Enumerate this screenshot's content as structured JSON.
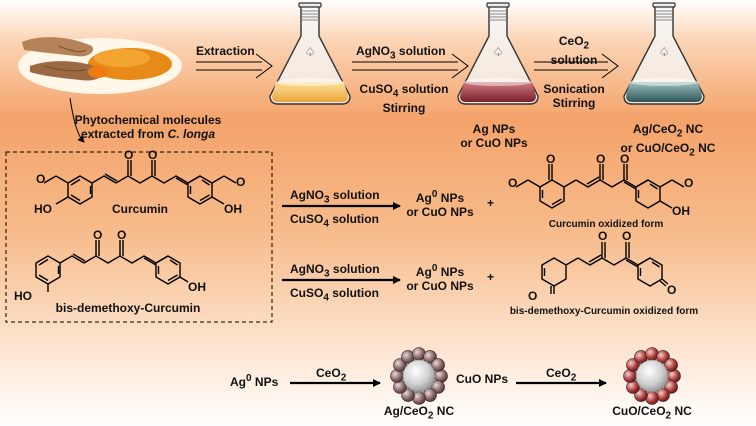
{
  "top_row": {
    "extraction": "Extraction",
    "step1_top": "AgNO3 solution",
    "step1_bottom": [
      "CuSO4 solution",
      "Stirring"
    ],
    "step1_product": [
      "Ag NPs",
      "or CuO NPs"
    ],
    "step2_top": [
      "CeO2",
      "solution"
    ],
    "step2_bottom": [
      "Sonication",
      "Stirring"
    ],
    "step2_product": [
      "Ag/CeO2 NC",
      "or CuO/CeO2 NC"
    ],
    "phytochemical": [
      "Phytochemical molecules",
      "extracted from",
      "C. longa"
    ]
  },
  "middle": {
    "curcumin": "Curcumin",
    "bdmc": "bis-demethoxy-Curcumin",
    "reagent_top": "AgNO3 solution",
    "reagent_bottom": "CuSO4 solution",
    "product1": [
      "Ag0 NPs",
      "or CuO NPs"
    ],
    "product2": [
      "Ag0 NPs",
      "or CuO NPs"
    ],
    "plus": "+",
    "curcumin_ox": "Curcumin oxidized form",
    "bdmc_ox": "bis-demethoxy-Curcumin oxidized form",
    "atoms": {
      "O": "O",
      "OH": "OH",
      "HO": "HO"
    }
  },
  "bottom": {
    "left_start": "Ag0 NPs",
    "left_reagent": "CeO2",
    "left_product": "Ag/CeO2 NC",
    "right_start": "CuO NPs",
    "right_reagent": "CeO2",
    "right_product": "CuO/CeO2 NC"
  },
  "colors": {
    "bg_orange": "#f4a36a",
    "bg_white": "#ffffff",
    "liquid_yellow": "#f3c15a",
    "liquid_red": "#9e2e3a",
    "liquid_teal": "#3e6a6c",
    "ag_particle": "#8a6a6a",
    "cuo_particle": "#a53a3a",
    "core_grey": "#cfcfcf"
  },
  "icons": [
    "turmeric-image",
    "flask-icon",
    "nanocomposite-icon"
  ]
}
